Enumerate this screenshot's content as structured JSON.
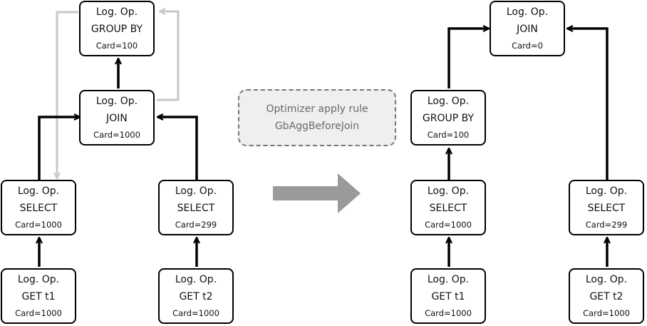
{
  "left_tree": {
    "group_by": {
      "l1": "Log. Op.",
      "l2": "GROUP BY",
      "card": "Card=100"
    },
    "join": {
      "l1": "Log. Op.",
      "l2": "JOIN",
      "card": "Card=1000"
    },
    "select_1": {
      "l1": "Log. Op.",
      "l2": "SELECT",
      "card": "Card=1000"
    },
    "select_2": {
      "l1": "Log. Op.",
      "l2": "SELECT",
      "card": "Card=299"
    },
    "get_t1": {
      "l1": "Log. Op.",
      "l2": "GET t1",
      "card": "Card=1000"
    },
    "get_t2": {
      "l1": "Log. Op.",
      "l2": "GET t2",
      "card": "Card=1000"
    }
  },
  "note": {
    "line1": "Optimizer apply rule",
    "line2": "GbAggBeforeJoin"
  },
  "right_tree": {
    "join": {
      "l1": "Log. Op.",
      "l2": "JOIN",
      "card": "Card=0"
    },
    "group_by": {
      "l1": "Log. Op.",
      "l2": "GROUP BY",
      "card": "Card=100"
    },
    "select_1": {
      "l1": "Log. Op.",
      "l2": "SELECT",
      "card": "Card=1000"
    },
    "select_2": {
      "l1": "Log. Op.",
      "l2": "SELECT",
      "card": "Card=299"
    },
    "get_t1": {
      "l1": "Log. Op.",
      "l2": "GET t1",
      "card": "Card=1000"
    },
    "get_t2": {
      "l1": "Log. Op.",
      "l2": "GET t2",
      "card": "Card=1000"
    }
  },
  "colors": {
    "edge": "#000000",
    "moved_edge": "#c8c8c8",
    "transform_arrow": "#9a9a9a",
    "note_bg": "#efefef"
  }
}
